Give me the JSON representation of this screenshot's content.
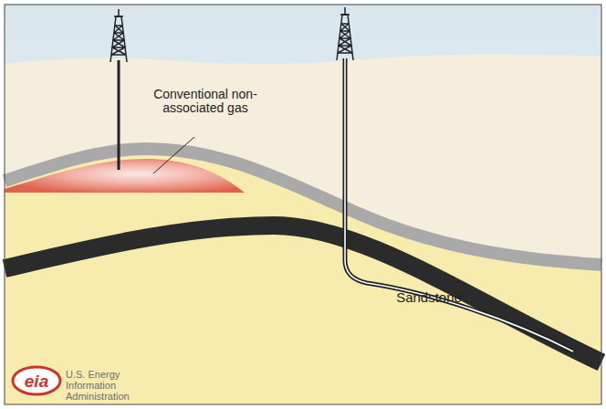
{
  "diagram": {
    "labels": [
      "Conventional non-associated gas",
      "Sandstone",
      "eia",
      "U.S. Energy Information Administration"
    ]
  }
}
